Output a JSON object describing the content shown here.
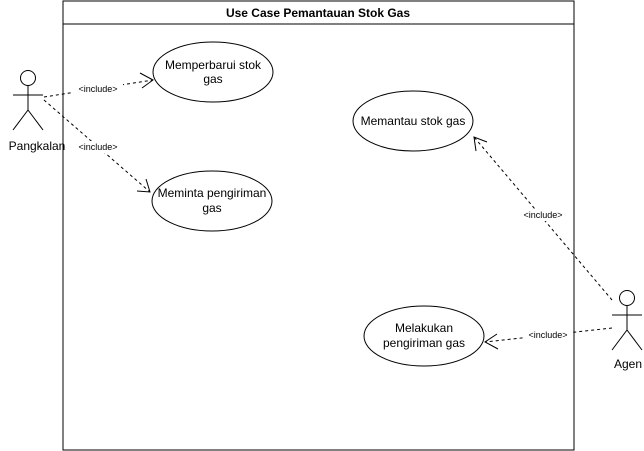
{
  "system": {
    "title": "Use Case Pemantauan Stok Gas"
  },
  "actors": {
    "pangkalan": "Pangkalan",
    "agen": "Agen"
  },
  "use_cases": {
    "memperbarui": [
      "Memperbarui stok",
      "gas"
    ],
    "meminta": [
      "Meminta pengiriman",
      "gas"
    ],
    "memantau": [
      "Memantau stok gas"
    ],
    "melakukan": [
      "Melakukan",
      "pengiriman gas"
    ]
  },
  "relations": {
    "include_label": "<include>"
  }
}
